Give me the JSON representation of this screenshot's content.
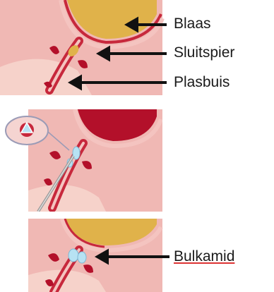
{
  "labels": {
    "blaas": "Blaas",
    "sluitspier": "Sluitspier",
    "plasbuis": "Plasbuis",
    "bulkamid": "Bulkamid"
  },
  "colors": {
    "tissue": "#f0b8b4",
    "tissue_dark": "#e39590",
    "bladder_yellow": "#e0b24a",
    "bladder_red": "#b3102a",
    "urethra_red": "#c7283c",
    "wall_pink": "#f4c4c0",
    "gel_blue": "#b7e2f3",
    "arrow": "#111111"
  }
}
